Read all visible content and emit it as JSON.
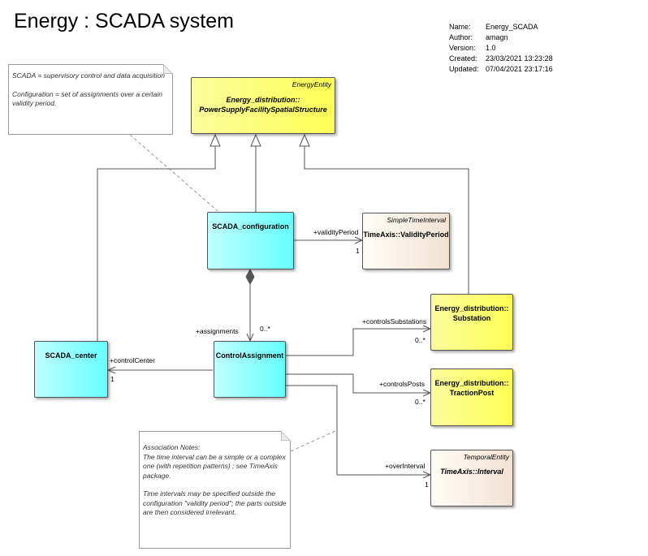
{
  "title": "Energy : SCADA system",
  "meta": [
    {
      "key": "Name:",
      "value": "Energy_SCADA"
    },
    {
      "key": "Author:",
      "value": "amagn"
    },
    {
      "key": "Version:",
      "value": "1.0"
    },
    {
      "key": "Created:",
      "value": "23/03/2021 13:23:28"
    },
    {
      "key": "Updated:",
      "value": "07/04/2021 23:17:16"
    }
  ],
  "notes": {
    "scada": {
      "line1": "SCADA = supervisory control and data acquisition",
      "line2": "Configuration = set of assignments over a certain validity period."
    },
    "association": {
      "line1": "Association Notes:\nThe time interval can be a simple or a complex one (with repetition patterns) ; see TimeAxis package.",
      "line2": "Time intervals may be specified outside the configuration \"validity period\"; the parts outside are then considered irrelevant."
    }
  },
  "classes": {
    "psfss": {
      "stereotype": "EnergyEntity",
      "name": "Energy_distribution::\nPowerSupplyFacilitySpatialStructure"
    },
    "scada_configuration": {
      "name": "SCADA_configuration"
    },
    "validity_period": {
      "stereotype": "SimpleTimeInterval",
      "name": "TimeAxis::ValidityPeriod"
    },
    "substation": {
      "name": "Energy_distribution::\nSubstation"
    },
    "scada_center": {
      "name": "SCADA_center"
    },
    "control_assignment": {
      "name": "ControlAssignment"
    },
    "traction_post": {
      "name": "Energy_distribution::\nTractionPost"
    },
    "interval": {
      "stereotype": "TemporalEntity",
      "name": "TimeAxis::Interval"
    }
  },
  "labels": {
    "validity_role": "+validityPeriod",
    "validity_mult": "1",
    "assignments_role": "+assignments",
    "assignments_mult": "0..*",
    "substations_role": "+controlsSubstations",
    "substations_mult": "0..*",
    "control_center_role": "+controlCenter",
    "control_center_mult": "1",
    "posts_role": "+controlsPosts",
    "posts_mult": "0..*",
    "over_interval_role": "+overInterval",
    "over_interval_mult": "1"
  }
}
